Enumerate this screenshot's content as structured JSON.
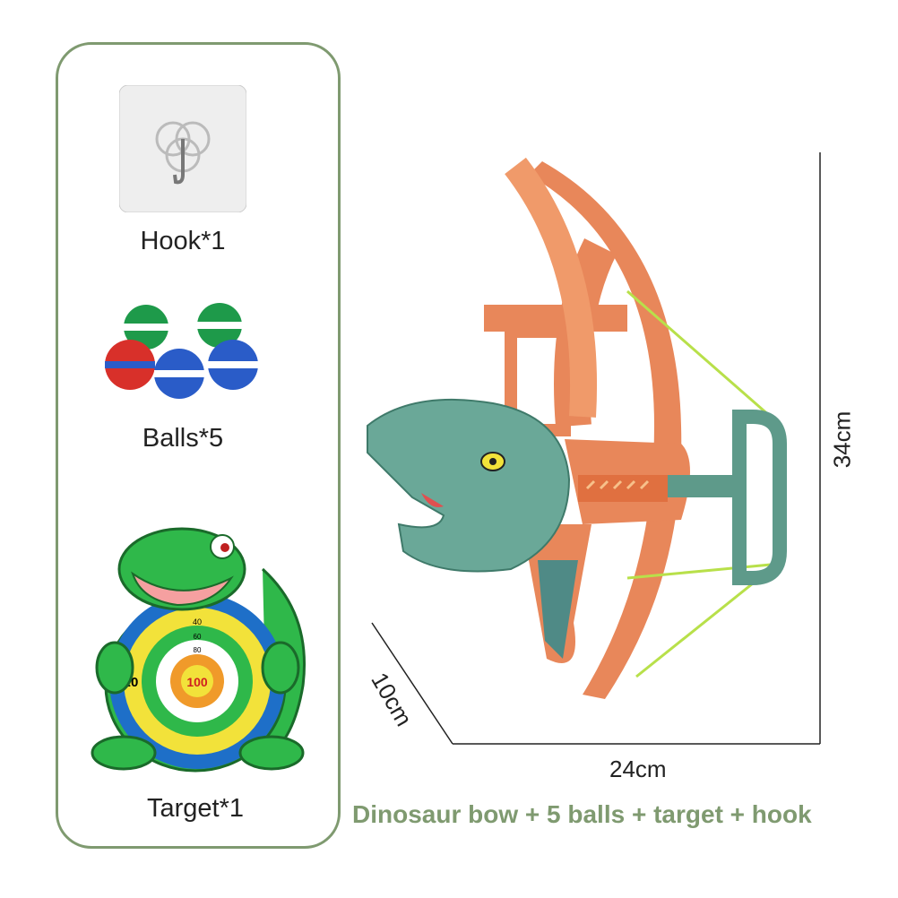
{
  "accessories": {
    "hook": {
      "label": "Hook*1"
    },
    "balls": {
      "label": "Balls*5"
    },
    "target": {
      "label": "Target*1",
      "rings": [
        "20",
        "40",
        "60",
        "80",
        "100"
      ]
    }
  },
  "dimensions": {
    "height": "34cm",
    "width": "24cm",
    "depth": "10cm"
  },
  "caption": "Dinosaur bow + 5 balls + target + hook",
  "colors": {
    "accent": "#7f9a70",
    "bow_orange": "#e8875a",
    "dino_teal": "#5e9a8a",
    "string": "#b8e04a"
  }
}
